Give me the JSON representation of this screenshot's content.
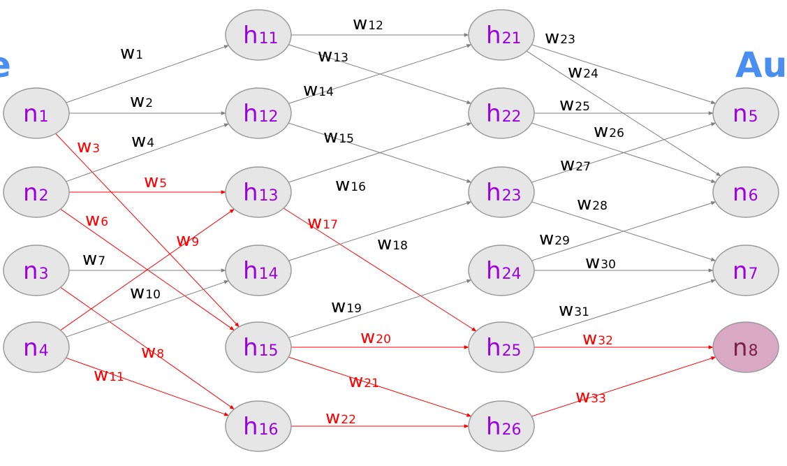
{
  "side_labels": {
    "left": "e",
    "right": "Au"
  },
  "colors": {
    "node_fill": "#e6e6e6",
    "node_fill_highlight": "#d8a8c4",
    "node_text": "#9b00e0",
    "node_text_highlight": "#7a1f4a",
    "edge_default": "#7f7f7f",
    "edge_highlight": "#ff0000",
    "label_default": "#000000",
    "label_highlight": "#ff0000",
    "side_label": "#4a8ff0"
  },
  "nodes": [
    {
      "id": "n1",
      "letter": "n",
      "sub": "1"
    },
    {
      "id": "n2",
      "letter": "n",
      "sub": "2"
    },
    {
      "id": "n3",
      "letter": "n",
      "sub": "3"
    },
    {
      "id": "n4",
      "letter": "n",
      "sub": "4"
    },
    {
      "id": "h11",
      "letter": "h",
      "sub": "11"
    },
    {
      "id": "h12",
      "letter": "h",
      "sub": "12"
    },
    {
      "id": "h13",
      "letter": "h",
      "sub": "13"
    },
    {
      "id": "h14",
      "letter": "h",
      "sub": "14"
    },
    {
      "id": "h15",
      "letter": "h",
      "sub": "15"
    },
    {
      "id": "h16",
      "letter": "h",
      "sub": "16"
    },
    {
      "id": "h21",
      "letter": "h",
      "sub": "21"
    },
    {
      "id": "h22",
      "letter": "h",
      "sub": "22"
    },
    {
      "id": "h23",
      "letter": "h",
      "sub": "23"
    },
    {
      "id": "h24",
      "letter": "h",
      "sub": "24"
    },
    {
      "id": "h25",
      "letter": "h",
      "sub": "25"
    },
    {
      "id": "h26",
      "letter": "h",
      "sub": "26"
    },
    {
      "id": "n5",
      "letter": "n",
      "sub": "5"
    },
    {
      "id": "n6",
      "letter": "n",
      "sub": "6"
    },
    {
      "id": "n7",
      "letter": "n",
      "sub": "7"
    },
    {
      "id": "n8",
      "letter": "n",
      "sub": "8",
      "highlight": true
    }
  ],
  "edges": [
    {
      "from": "n1",
      "to": "h11",
      "w": "w",
      "sub": "1",
      "red": false
    },
    {
      "from": "n1",
      "to": "h12",
      "w": "w",
      "sub": "2",
      "red": false
    },
    {
      "from": "n1",
      "to": "h15",
      "w": "w",
      "sub": "3",
      "red": true
    },
    {
      "from": "n2",
      "to": "h12",
      "w": "w",
      "sub": "4",
      "red": false
    },
    {
      "from": "n2",
      "to": "h13",
      "w": "w",
      "sub": "5",
      "red": true
    },
    {
      "from": "n2",
      "to": "h15",
      "w": "w",
      "sub": "6",
      "red": true
    },
    {
      "from": "n3",
      "to": "h14",
      "w": "w",
      "sub": "7",
      "red": false
    },
    {
      "from": "n3",
      "to": "h16",
      "w": "w",
      "sub": "8",
      "red": true
    },
    {
      "from": "n4",
      "to": "h13",
      "w": "w",
      "sub": "9",
      "red": true
    },
    {
      "from": "n4",
      "to": "h14",
      "w": "w",
      "sub": "10",
      "red": false
    },
    {
      "from": "n4",
      "to": "h16",
      "w": "w",
      "sub": "11",
      "red": true
    },
    {
      "from": "h11",
      "to": "h21",
      "w": "w",
      "sub": "12",
      "red": false
    },
    {
      "from": "h11",
      "to": "h22",
      "w": "w",
      "sub": "13",
      "red": false
    },
    {
      "from": "h12",
      "to": "h21",
      "w": "w",
      "sub": "14",
      "red": false
    },
    {
      "from": "h12",
      "to": "h23",
      "w": "w",
      "sub": "15",
      "red": false
    },
    {
      "from": "h13",
      "to": "h22",
      "w": "w",
      "sub": "16",
      "red": false
    },
    {
      "from": "h13",
      "to": "h25",
      "w": "w",
      "sub": "17",
      "red": true
    },
    {
      "from": "h14",
      "to": "h23",
      "w": "w",
      "sub": "18",
      "red": false
    },
    {
      "from": "h15",
      "to": "h24",
      "w": "w",
      "sub": "19",
      "red": false
    },
    {
      "from": "h15",
      "to": "h25",
      "w": "w",
      "sub": "20",
      "red": true
    },
    {
      "from": "h15",
      "to": "h26",
      "w": "w",
      "sub": "21",
      "red": true
    },
    {
      "from": "h16",
      "to": "h26",
      "w": "w",
      "sub": "22",
      "red": true
    },
    {
      "from": "h21",
      "to": "n5",
      "w": "w",
      "sub": "23",
      "red": false
    },
    {
      "from": "h21",
      "to": "n6",
      "w": "w",
      "sub": "24",
      "red": false
    },
    {
      "from": "h22",
      "to": "n5",
      "w": "w",
      "sub": "25",
      "red": false
    },
    {
      "from": "h22",
      "to": "n6",
      "w": "w",
      "sub": "26",
      "red": false
    },
    {
      "from": "h23",
      "to": "n5",
      "w": "w",
      "sub": "27",
      "red": false
    },
    {
      "from": "h23",
      "to": "n7",
      "w": "w",
      "sub": "28",
      "red": false
    },
    {
      "from": "h24",
      "to": "n6",
      "w": "w",
      "sub": "29",
      "red": false
    },
    {
      "from": "h24",
      "to": "n7",
      "w": "w",
      "sub": "30",
      "red": false
    },
    {
      "from": "h25",
      "to": "n7",
      "w": "w",
      "sub": "31",
      "red": false
    },
    {
      "from": "h25",
      "to": "n8",
      "w": "w",
      "sub": "32",
      "red": true
    },
    {
      "from": "h26",
      "to": "n8",
      "w": "w",
      "sub": "33",
      "red": true
    }
  ]
}
